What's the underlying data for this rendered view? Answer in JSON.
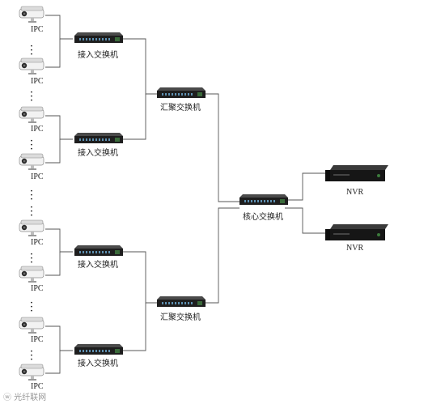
{
  "labels": {
    "ipc": "IPC",
    "access_switch": "接入交换机",
    "aggregation_switch": "汇聚交换机",
    "core_switch": "核心交换机",
    "nvr": "NVR"
  },
  "watermark": "ⓦ 光纤联网",
  "colors": {
    "line": "#555555",
    "device_dark": "#1c1c1c",
    "camera_body": "#e8e8e8"
  },
  "icons": {
    "camera": "ip-camera-icon",
    "switch": "network-switch-icon",
    "nvr": "nvr-recorder-icon"
  }
}
